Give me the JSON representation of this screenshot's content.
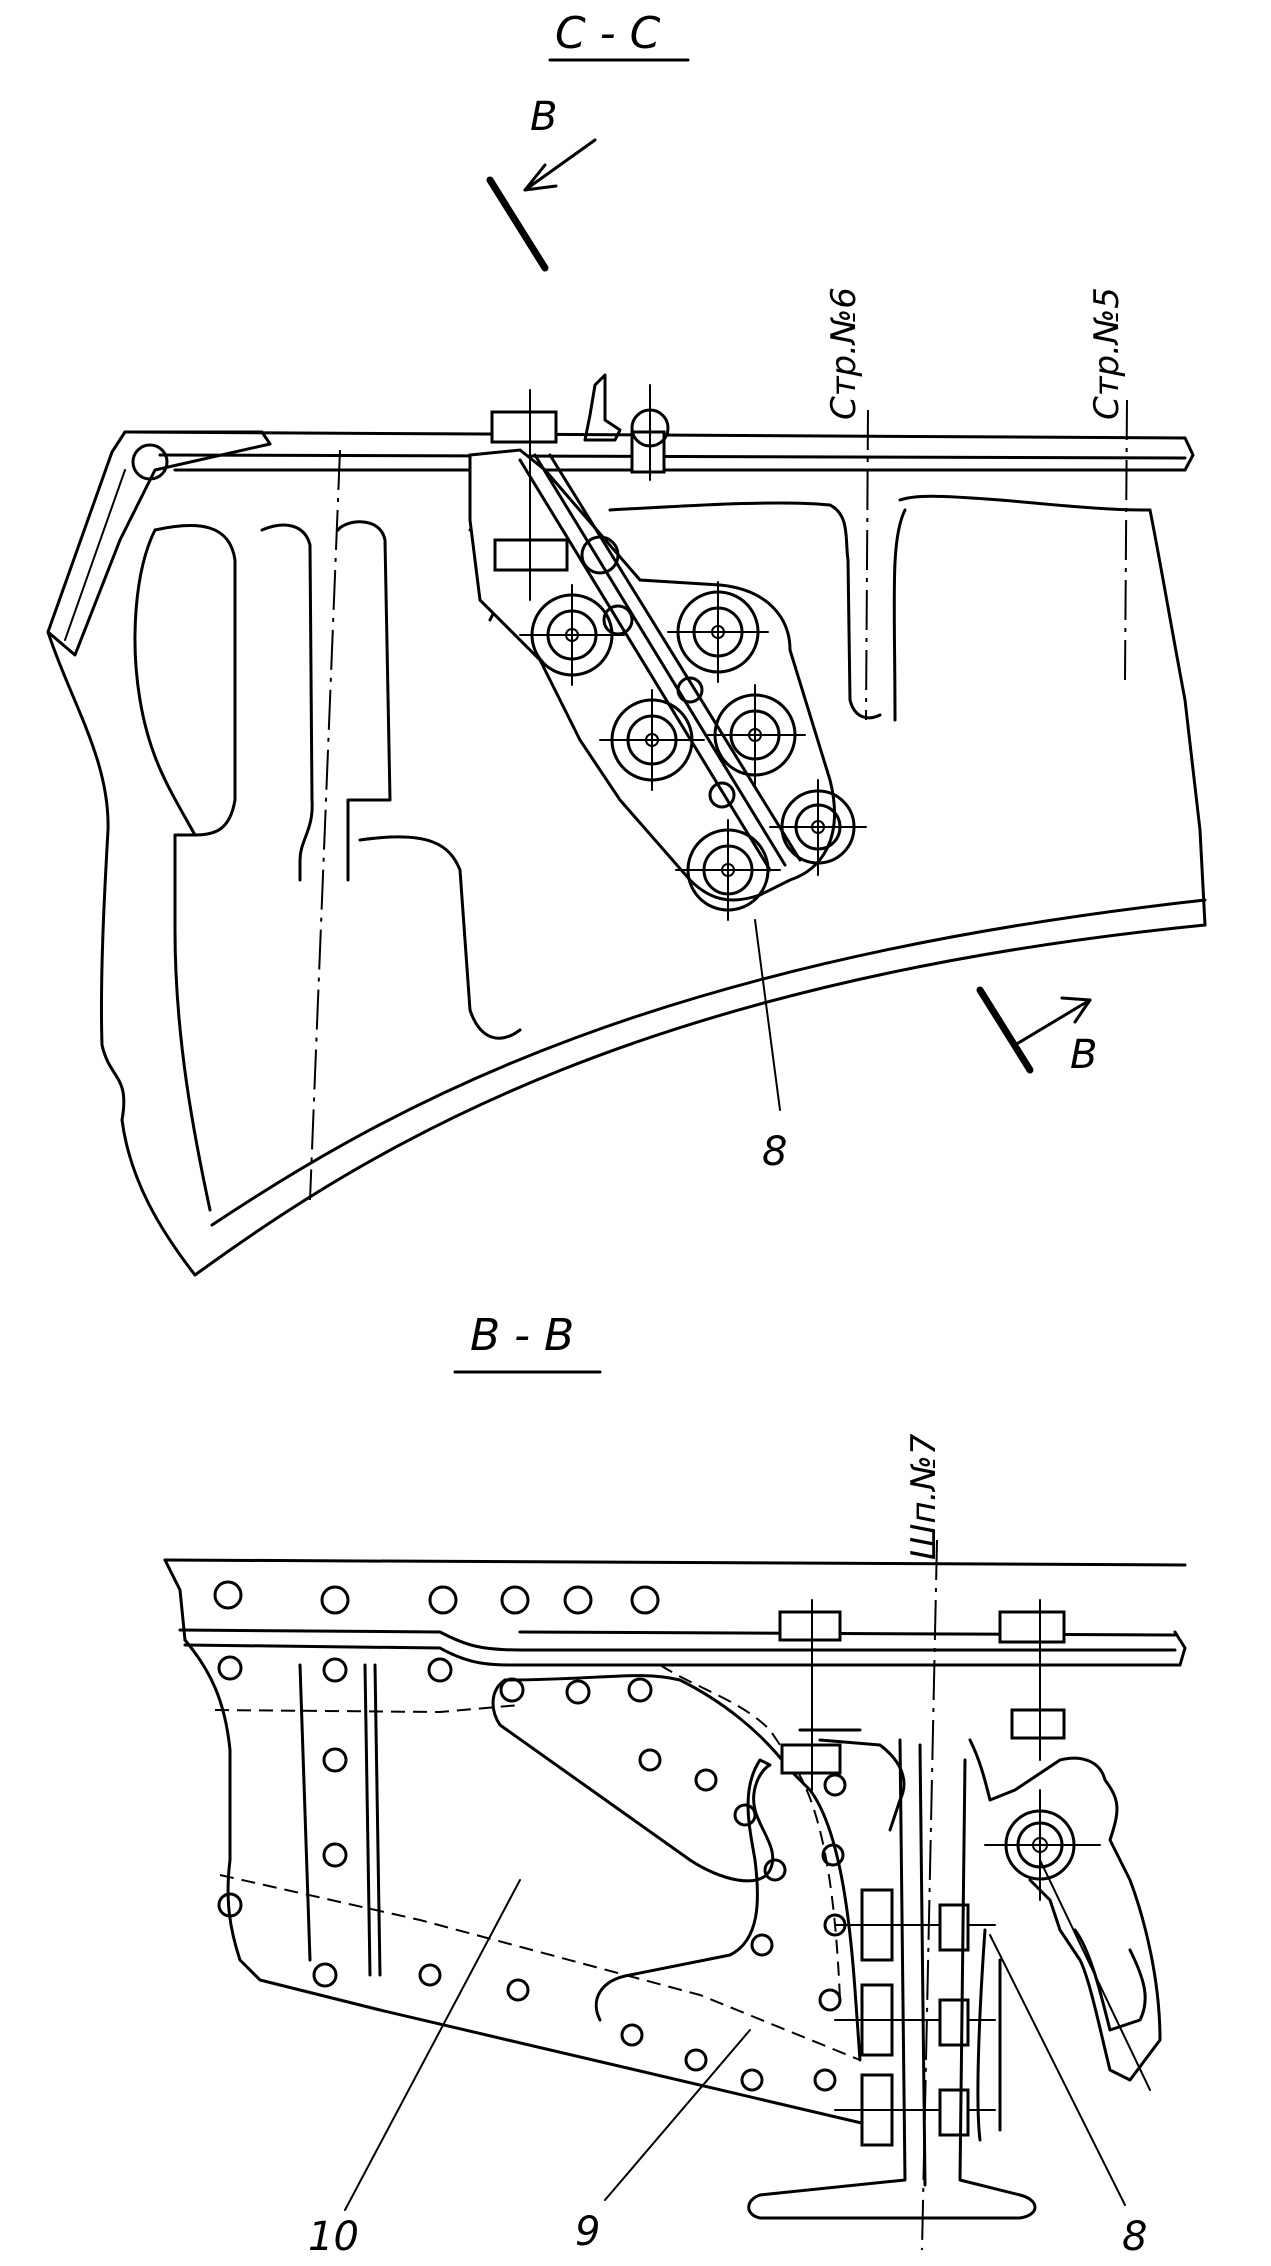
{
  "section_cc": {
    "title": "C - C"
  },
  "section_bb": {
    "title": "B - B"
  },
  "arrow_b_top": "B",
  "arrow_b_bottom": "B",
  "frame_6": "Стр.№6",
  "frame_5": "Стр.№5",
  "frame_7": "Шп.№7",
  "callouts": {
    "c8_top": "8",
    "c10": "10",
    "c9": "9",
    "c8_bottom": "8"
  }
}
